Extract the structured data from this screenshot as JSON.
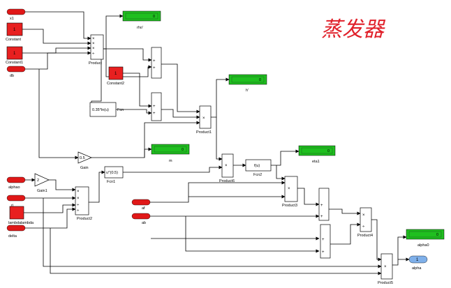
{
  "title": "蒸发器",
  "ports_in": {
    "x1": "x1",
    "db_top": "db",
    "alphao": "alphao",
    "ri": "ri",
    "delta": "delta",
    "af": "af",
    "ab": "ab"
  },
  "ports_out": {
    "alpha": "alpha",
    "alpha_num": "1"
  },
  "constants": {
    "constant": "Constant",
    "constant1": "Constant1",
    "constant2": "Constant2",
    "lamb_label": "lambdalambda"
  },
  "displays": {
    "rho": "rho'",
    "h": "h'",
    "m": "m",
    "eta": "eta1",
    "alpha0": "alpha0"
  },
  "blocks": {
    "product": "Product",
    "product1": "Product1",
    "product2": "Product2",
    "product3": "Product3",
    "product4": "Product4",
    "product5": "Product5",
    "product6": "Product6",
    "gain": "Gain",
    "gain_val": "0.5",
    "gain1": "Gain1",
    "gain1_val": "2",
    "fcn": "Fcn",
    "fcn_expr": "0.35*ln(u)",
    "fcn1": "Fcn1",
    "fcn1_expr": "u^(0.5)",
    "fcn2": "Fcn2",
    "fcn2_expr": "f(u)"
  },
  "colors": {
    "inport": "#e01818",
    "outport": "#7fb0ea",
    "constant": "#e82020",
    "display": "#1fbf1f",
    "title": "#e0202a"
  }
}
